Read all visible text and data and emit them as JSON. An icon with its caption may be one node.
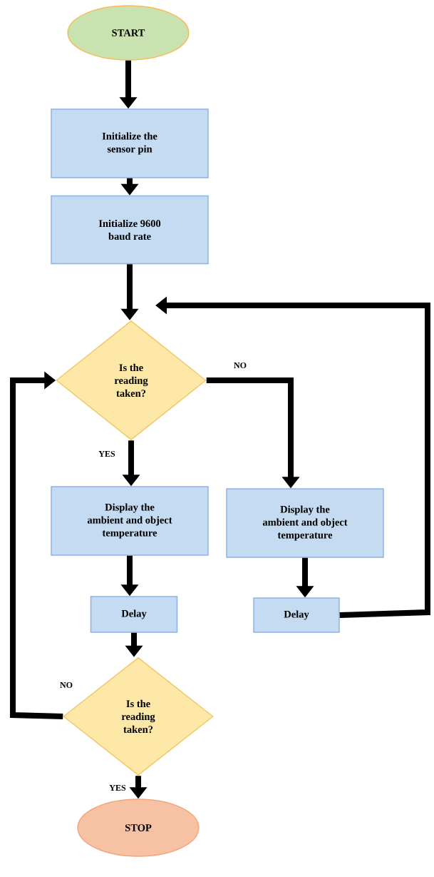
{
  "diagram": {
    "nodes": [
      {
        "text": [
          "START"
        ]
      },
      {
        "text": [
          "Initialize the sensor pin"
        ]
      },
      {
        "text": [
          "Initialize 9600 baud rate"
        ]
      },
      {
        "text": [
          "Is the reading taken?"
        ]
      },
      {
        "text": [
          "Display the ambient and object temperature"
        ]
      },
      {
        "text": [
          "Display the ambient and object temperature"
        ]
      },
      {
        "text": [
          "Delay"
        ]
      },
      {
        "text": [
          "Delay"
        ]
      },
      {
        "text": [
          "Is the reading taken?"
        ]
      },
      {
        "text": [
          "STOP"
        ]
      }
    ],
    "edges": [
      {
        "from": 0,
        "to": 1,
        "arrow": "to"
      },
      {
        "from": 1,
        "to": 2,
        "arrow": "to"
      },
      {
        "from": 2,
        "to": 3,
        "arrow": "to"
      },
      {
        "from": 3,
        "to": 4,
        "arrow": "to",
        "label": "YES"
      },
      {
        "from": 3,
        "to": 5,
        "arrow": "to",
        "label": "NO"
      },
      {
        "from": 4,
        "to": 6,
        "arrow": "to"
      },
      {
        "from": 5,
        "to": 7,
        "arrow": "to"
      },
      {
        "from": 7,
        "to": 3,
        "arrow": "to"
      },
      {
        "from": 6,
        "to": 8,
        "arrow": "to"
      },
      {
        "from": 8,
        "to": 3,
        "arrow": "to",
        "label": "NO"
      },
      {
        "from": 8,
        "to": 9,
        "arrow": "to",
        "label": "YES"
      }
    ]
  }
}
